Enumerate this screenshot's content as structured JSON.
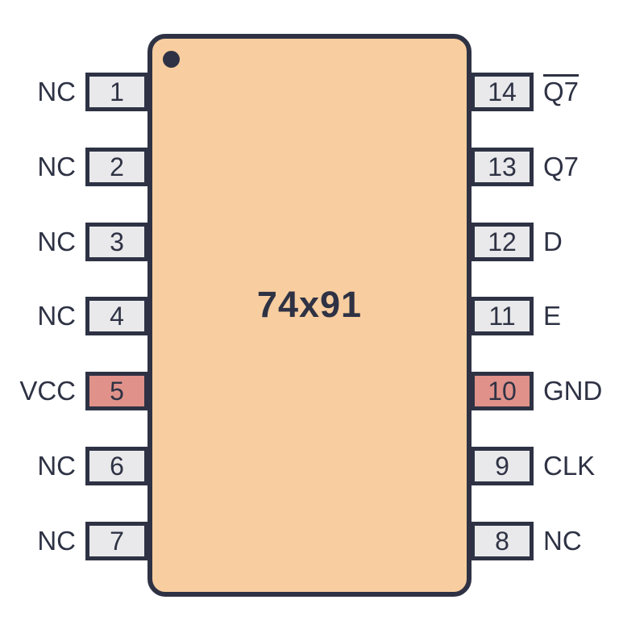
{
  "diagram": {
    "type": "ic-pinout",
    "chip_name": "74x91",
    "package_pins": 14,
    "pin1_marker": "dot"
  },
  "colors": {
    "background": "#FFFFFF",
    "chip_fill": "#F8CD9F",
    "outline_and_text": "#2E3244",
    "pin_fill": "#E9E9EB",
    "power_pin_fill": "#E0928A"
  },
  "pins": {
    "left": [
      {
        "number": "1",
        "label": "NC",
        "power": false,
        "overline": false
      },
      {
        "number": "2",
        "label": "NC",
        "power": false,
        "overline": false
      },
      {
        "number": "3",
        "label": "NC",
        "power": false,
        "overline": false
      },
      {
        "number": "4",
        "label": "NC",
        "power": false,
        "overline": false
      },
      {
        "number": "5",
        "label": "VCC",
        "power": true,
        "overline": false
      },
      {
        "number": "6",
        "label": "NC",
        "power": false,
        "overline": false
      },
      {
        "number": "7",
        "label": "NC",
        "power": false,
        "overline": false
      }
    ],
    "right": [
      {
        "number": "14",
        "label": "Q7",
        "power": false,
        "overline": true
      },
      {
        "number": "13",
        "label": "Q7",
        "power": false,
        "overline": false
      },
      {
        "number": "12",
        "label": "D",
        "power": false,
        "overline": false
      },
      {
        "number": "11",
        "label": "E",
        "power": false,
        "overline": false
      },
      {
        "number": "10",
        "label": "GND",
        "power": true,
        "overline": false
      },
      {
        "number": "9",
        "label": "CLK",
        "power": false,
        "overline": false
      },
      {
        "number": "8",
        "label": "NC",
        "power": false,
        "overline": false
      }
    ]
  },
  "layout": {
    "row_top_start": 90,
    "row_pitch": 92.8
  }
}
